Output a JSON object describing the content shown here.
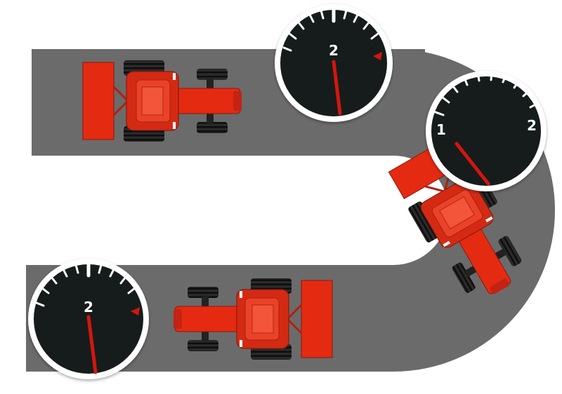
{
  "colors": {
    "background": "#ffffff",
    "track": "#6b6b6b",
    "tractor_body": "#e52a12",
    "tractor_cab": "#d42a14",
    "tractor_cab_top": "#f04a30",
    "tire": "#1c1c1c",
    "gauge_face": "#151a1e",
    "gauge_ring": "#ffffff",
    "gauge_tick": "#ffffff",
    "needle": "#d4140a",
    "marker": "#d4140a"
  },
  "gauges": [
    {
      "name": "gauge-top",
      "labels": [
        "2"
      ],
      "marker": "red-triangle-marker"
    },
    {
      "name": "gauge-right",
      "labels": [
        "1",
        "2"
      ]
    },
    {
      "name": "gauge-bottom-left",
      "labels": [
        "2"
      ],
      "marker": "red-triangle-marker"
    }
  ],
  "tractors": [
    {
      "name": "tractor-top",
      "heading": "right",
      "implement": "rear-implement"
    },
    {
      "name": "tractor-turning",
      "heading": "turning",
      "implement": "rear-implement"
    },
    {
      "name": "tractor-bottom",
      "heading": "left",
      "implement": "rear-implement"
    }
  ],
  "icons": [
    "tractor-icon",
    "gauge-icon",
    "needle-icon",
    "red-triangle-icon"
  ]
}
